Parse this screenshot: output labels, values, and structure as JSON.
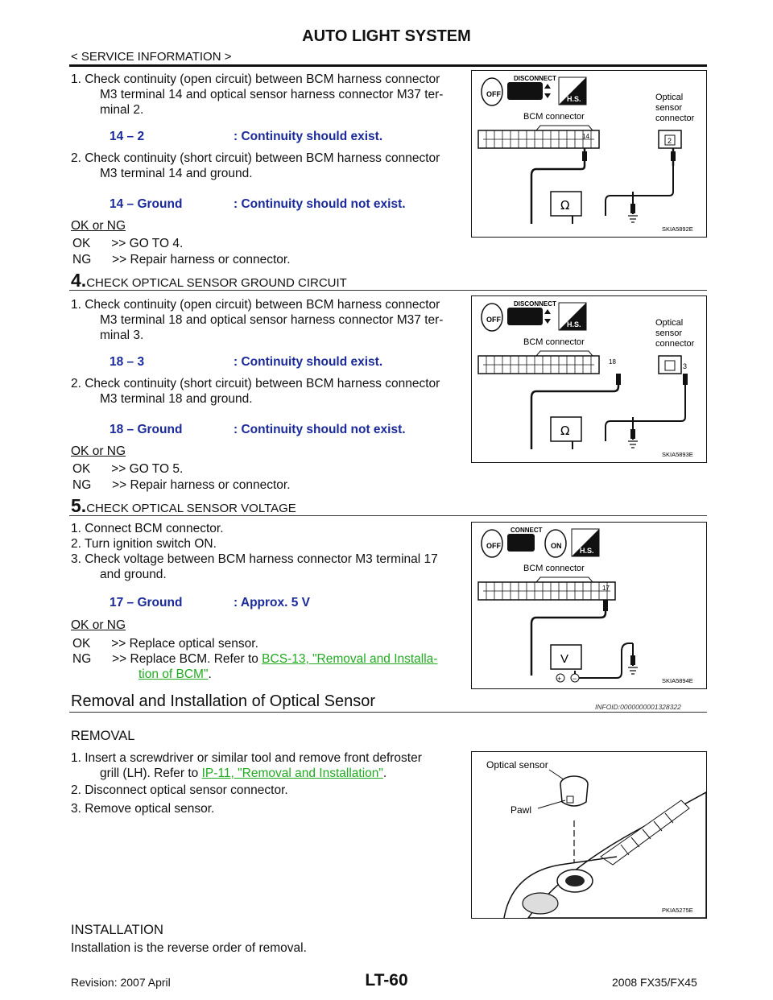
{
  "header": {
    "title": "AUTO LIGHT SYSTEM",
    "subtitle": "< SERVICE INFORMATION >"
  },
  "step3": {
    "item1_line1": "1.  Check continuity (open circuit) between BCM harness connector",
    "item1_line2": "M3 terminal 14 and optical sensor harness connector M37 ter-",
    "item1_line3": "minal 2.",
    "spec1_left": "14 – 2",
    "spec1_right": ": Continuity should exist.",
    "item2_line1": "2.  Check continuity (short circuit) between BCM harness connector",
    "item2_line2": "M3 terminal 14 and ground.",
    "spec2_left": "14 – Ground",
    "spec2_right": ": Continuity should not exist.",
    "ok_ng": "OK or NG",
    "ok": "OK      >> GO TO 4.",
    "ng": "NG      >> Repair harness or connector.",
    "figure": {
      "disconnect": "DISCONNECT",
      "off": "OFF",
      "hs": "H.S.",
      "bcm": "BCM connector",
      "opt1": "Optical",
      "opt2": "sensor",
      "opt3": "connector",
      "t1": "14",
      "t2": "2",
      "meter": "Ω",
      "code": "SKIA5892E"
    }
  },
  "step4": {
    "num": "4.",
    "title": "CHECK OPTICAL SENSOR GROUND CIRCUIT",
    "item1_line1": "1.  Check continuity (open circuit) between BCM harness connector",
    "item1_line2": "M3 terminal 18 and optical sensor harness connector M37 ter-",
    "item1_line3": "minal 3.",
    "spec1_left": "18 – 3",
    "spec1_right": ": Continuity should exist.",
    "item2_line1": "2.  Check continuity (short circuit) between BCM harness connector",
    "item2_line2": "M3 terminal 18 and ground.",
    "spec2_left": "18 – Ground",
    "spec2_right": ": Continuity should not exist.",
    "ok_ng": "OK or NG",
    "ok": "OK      >> GO TO 5.",
    "ng": "NG      >> Repair harness or connector.",
    "figure": {
      "disconnect": "DISCONNECT",
      "off": "OFF",
      "hs": "H.S.",
      "bcm": "BCM connector",
      "opt1": "Optical",
      "opt2": "sensor",
      "opt3": "connector",
      "t1": "18",
      "t2": "3",
      "meter": "Ω",
      "code": "SKIA5893E"
    }
  },
  "step5": {
    "num": "5.",
    "title": "CHECK OPTICAL SENSOR VOLTAGE",
    "item1": "1.  Connect BCM connector.",
    "item2": "2.  Turn ignition switch ON.",
    "item3_line1": "3.  Check voltage between BCM harness connector M3 terminal 17",
    "item3_line2": "and ground.",
    "spec_left": "17 – Ground",
    "spec_right": ": Approx. 5 V",
    "ok_ng": "OK or NG",
    "ok": "OK      >> Replace optical sensor.",
    "ng_prefix": "NG      >> Replace BCM. Refer to ",
    "ng_link1": "BCS-13, \"Removal and Installa-",
    "ng_link2": "tion of BCM\"",
    "ng_suffix": ".",
    "figure": {
      "connect": "CONNECT",
      "off": "OFF",
      "on": "ON",
      "hs": "H.S.",
      "bcm": "BCM connector",
      "t1": "17",
      "meter": "V",
      "plus": "+",
      "minus": "−",
      "code": "SKIA5894E"
    }
  },
  "removal_section": {
    "title": "Removal and Installation of Optical Sensor",
    "infoid": "INFOID:0000000001328322",
    "removal_head": "REMOVAL",
    "r1_line1": "1.  Insert a screwdriver or similar tool and remove front defroster",
    "r1_line2_prefix": "grill (LH). Refer to ",
    "r1_link": "IP-11, \"Removal and Installation\"",
    "r1_suffix": ".",
    "r2": "2.  Disconnect optical sensor connector.",
    "r3": "3.  Remove optical sensor.",
    "install_head": "INSTALLATION",
    "install_text": "Installation is the reverse order of removal.",
    "figure": {
      "label1": "Optical sensor",
      "label2": "Pawl",
      "code": "PKIA5275E"
    }
  },
  "footer": {
    "revision": "Revision: 2007 April",
    "page": "LT-60",
    "model": "2008 FX35/FX45"
  }
}
